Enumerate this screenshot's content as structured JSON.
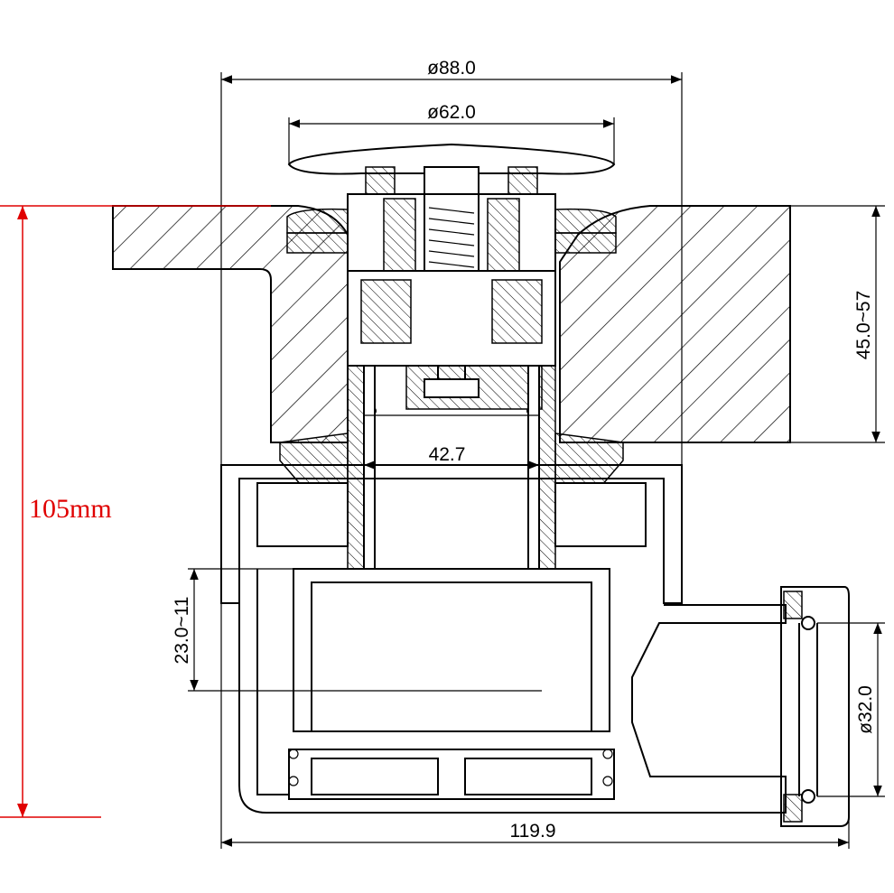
{
  "drawing": {
    "dimensions": {
      "outer_diameter": "ø88.0",
      "cap_diameter": "ø62.0",
      "countertop_thickness": "45.0~57",
      "inner_diameter": "42.7",
      "total_height": "105mm",
      "adjust_range": "23.0~11",
      "outlet_diameter": "ø32.0",
      "total_width": "119.9"
    },
    "colors": {
      "line": "#000000",
      "height_marker": "#e00000"
    }
  }
}
